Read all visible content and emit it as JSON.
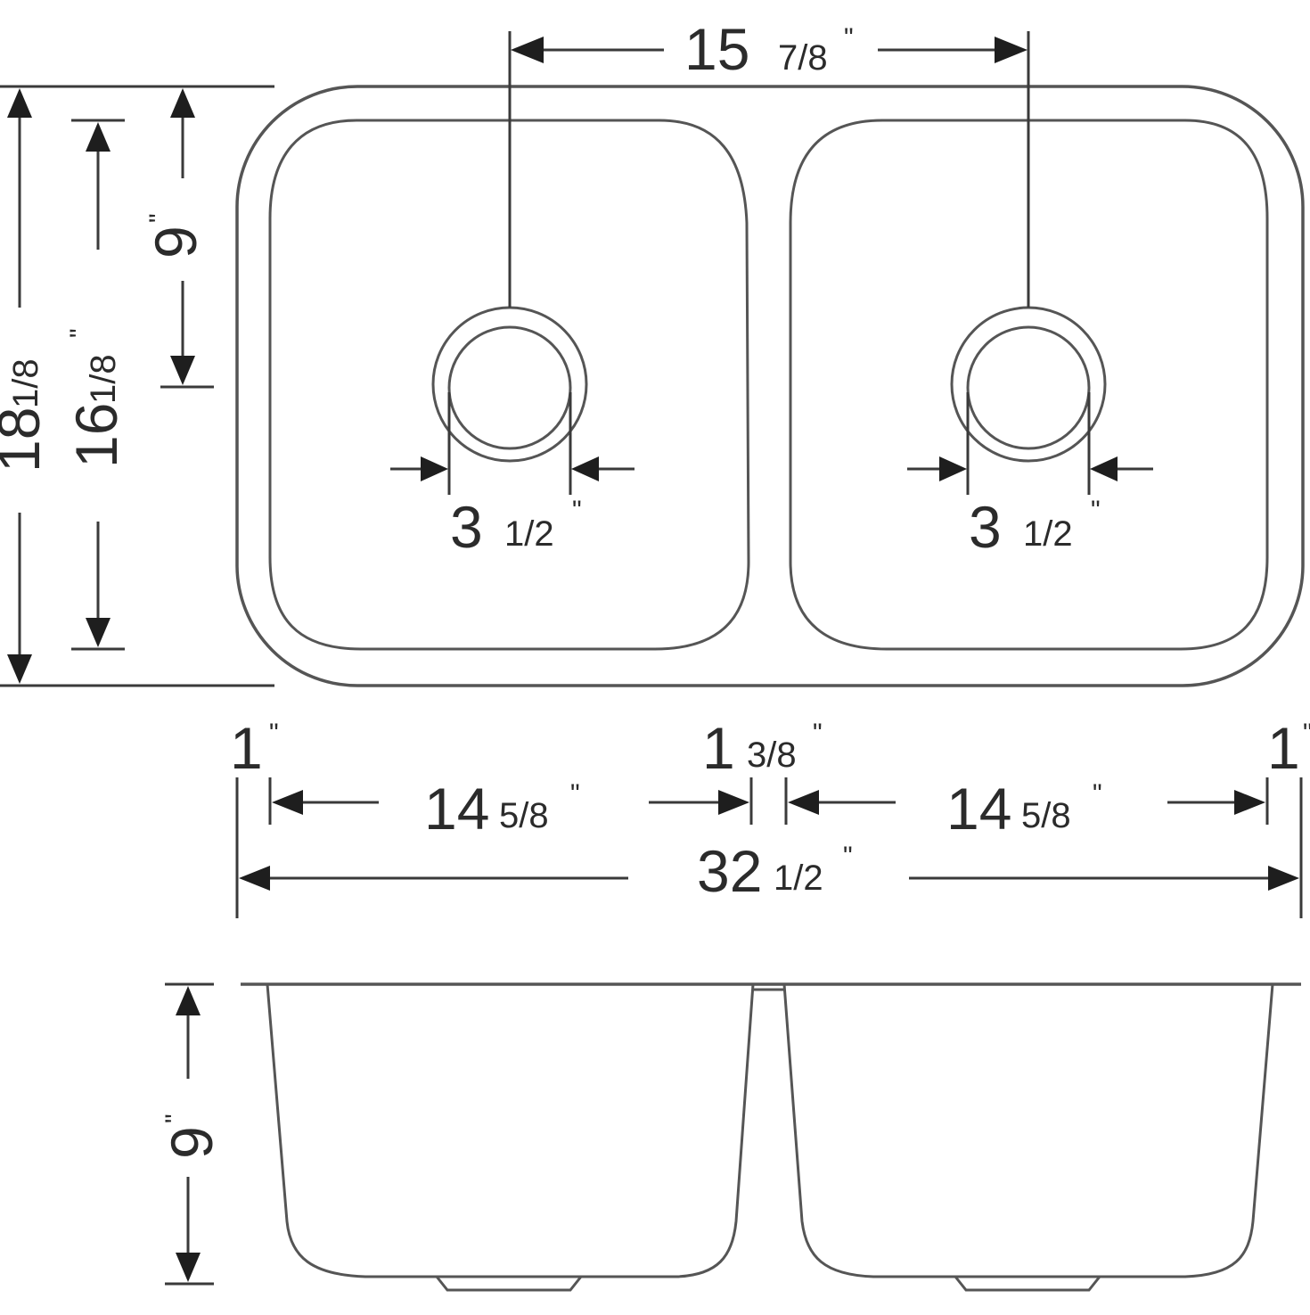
{
  "drawing": {
    "line_color": "#555555",
    "arrow_color": "#1e1e1e",
    "text_color": "#2b2b2b"
  },
  "dimensions": {
    "drain_spacing": {
      "whole": "15",
      "fraction": "7/8",
      "mark": "\""
    },
    "outer_depth": {
      "whole": "18",
      "fraction": "1/8",
      "mark": "\""
    },
    "bowl_depth": {
      "whole": "16",
      "fraction": "1/8",
      "mark": "\""
    },
    "drain_offset": {
      "whole": "9",
      "mark": "\""
    },
    "left_drain": {
      "whole": "3",
      "fraction": "1/2",
      "mark": "\""
    },
    "right_drain": {
      "whole": "3",
      "fraction": "1/2",
      "mark": "\""
    },
    "left_rim": {
      "whole": "1",
      "mark": "\""
    },
    "center_divider": {
      "whole": "1",
      "fraction": "3/8",
      "mark": "\""
    },
    "right_rim": {
      "whole": "1",
      "mark": "\""
    },
    "left_bowl_width": {
      "whole": "14",
      "fraction": "5/8",
      "mark": "\""
    },
    "right_bowl_width": {
      "whole": "14",
      "fraction": "5/8",
      "mark": "\""
    },
    "overall_width": {
      "whole": "32",
      "fraction": "1/2",
      "mark": "\""
    },
    "bowl_height": {
      "whole": "9",
      "mark": "\""
    }
  }
}
